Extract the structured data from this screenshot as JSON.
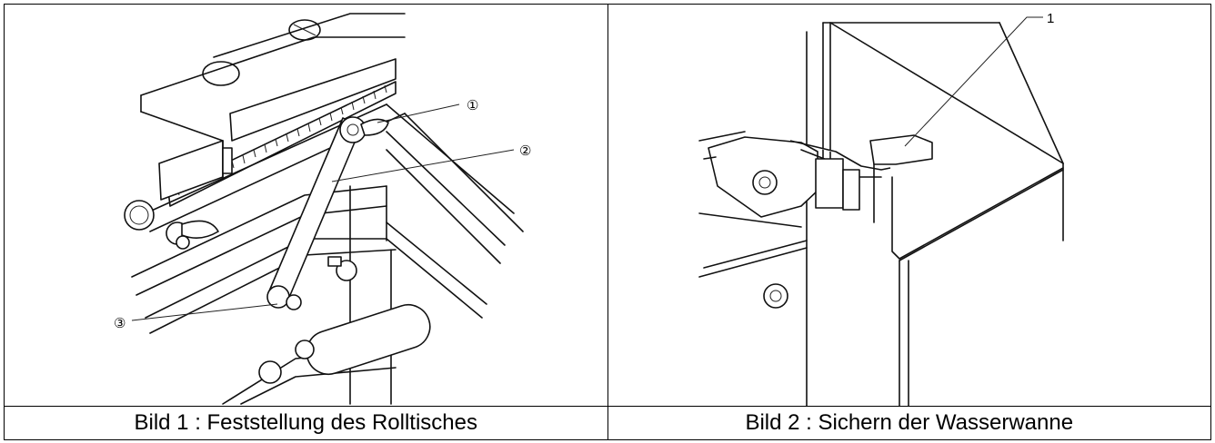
{
  "figures": [
    {
      "caption": "Bild 1 : Feststellung des Rolltisches",
      "callouts": [
        "①",
        "②",
        "③"
      ]
    },
    {
      "caption": "Bild 2 : Sichern der Wasserwanne",
      "callouts": [
        "1"
      ]
    }
  ]
}
